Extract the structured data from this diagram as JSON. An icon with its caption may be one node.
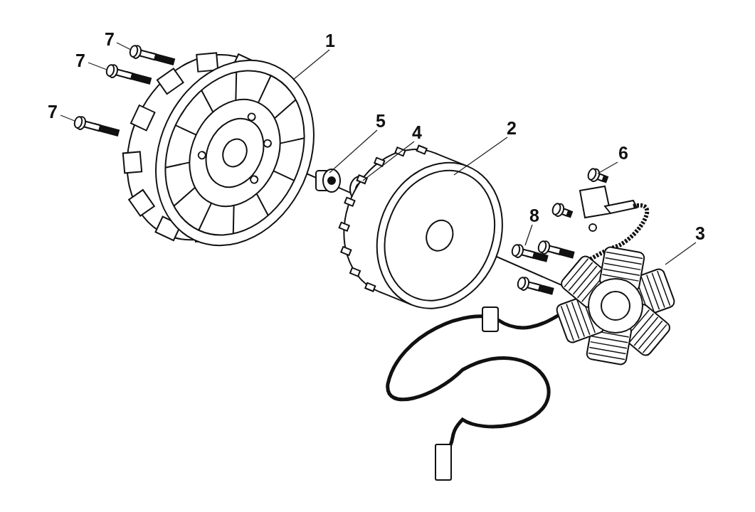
{
  "diagram": {
    "nodes": [
      {
        "text": [
          "7"
        ]
      },
      {
        "text": [
          "1"
        ]
      },
      {
        "text": [
          "7"
        ]
      },
      {
        "text": [
          "7"
        ]
      },
      {
        "text": [
          "5"
        ]
      },
      {
        "text": [
          "4"
        ]
      },
      {
        "text": [
          "2"
        ]
      },
      {
        "text": [
          "6"
        ]
      },
      {
        "text": [
          "8"
        ]
      },
      {
        "text": [
          "3"
        ]
      }
    ],
    "edges": [
      {
        "from": 0,
        "to": null,
        "arrow": "none"
      },
      {
        "from": 1,
        "to": null,
        "arrow": "none"
      },
      {
        "from": 2,
        "to": null,
        "arrow": "none"
      },
      {
        "from": 3,
        "to": null,
        "arrow": "none"
      },
      {
        "from": 4,
        "to": null,
        "arrow": "none"
      },
      {
        "from": 5,
        "to": null,
        "arrow": "none"
      },
      {
        "from": 6,
        "to": null,
        "arrow": "none"
      },
      {
        "from": 7,
        "to": null,
        "arrow": "none"
      },
      {
        "from": 8,
        "to": null,
        "arrow": "none"
      },
      {
        "from": 9,
        "to": null,
        "arrow": "none"
      }
    ]
  }
}
